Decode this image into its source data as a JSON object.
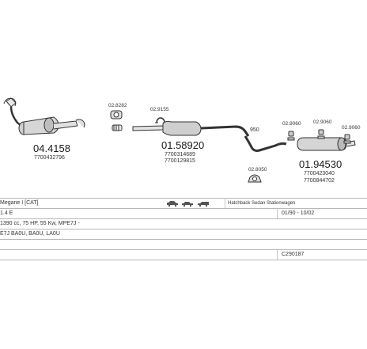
{
  "parts": {
    "cat_front": {
      "number": "04.4158",
      "oem": "7700432796"
    },
    "middle_pipe": {
      "number": "01.58920",
      "oem1": "7700314689",
      "oem2": "7700129815"
    },
    "rear_silencer": {
      "number": "01.94530",
      "oem1": "7700423040",
      "oem2": "7700844702"
    },
    "gasket": {
      "number": "02.8282"
    },
    "clamp": {
      "number": "02.9155"
    },
    "rubber_1": {
      "number": "02.9060"
    },
    "rubber_2": {
      "number": "02.9060"
    },
    "rubber_3": {
      "number": "02.9060"
    },
    "mount": {
      "number": "02.8050"
    },
    "length_label": "950"
  },
  "vehicle": {
    "model": "Megane I [CAT]",
    "bodies": "Hatchback Sedan Stationwagen",
    "engine_code": "1.4 E",
    "years": "01/90 - 10/02",
    "engine_details": "1390 cc, 75 HP, 55 Kw, MPE7J -",
    "transmission": "E7J BA0U, BA0U, LA0U",
    "catalog_no": "C290187"
  },
  "icons": [
    "hatchback-icon",
    "sedan-icon",
    "wagon-icon"
  ]
}
